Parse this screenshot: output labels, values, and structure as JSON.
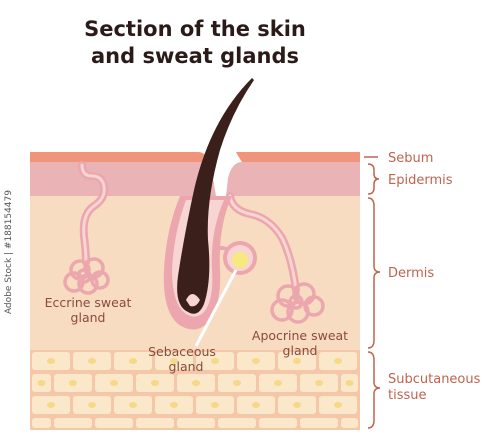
{
  "title": {
    "line1": "Section of the skin",
    "line2": "and sweat glands"
  },
  "layers": {
    "sebum": "Sebum",
    "epidermis": "Epidermis",
    "dermis": "Dermis",
    "subcutaneous_line1": "Subcutaneous",
    "subcutaneous_line2": "tissue"
  },
  "glands": {
    "eccrine_line1": "Eccrine sweat",
    "eccrine_line2": "gland",
    "sebaceous_line1": "Sebaceous",
    "sebaceous_line2": "gland",
    "apocrine_line1": "Apocrine sweat",
    "apocrine_line2": "gland"
  },
  "watermark": "Adobe Stock | #188154479",
  "colors": {
    "sebum": "#f0957c",
    "epidermis": "#eab3b6",
    "dermis": "#f8dcc2",
    "subcutaneous": "#f4c7a8",
    "fat_cell": "#fbe7c9",
    "fat_nucleus": "#f6d889",
    "hair": "#3a1f1b",
    "gland_outline": "#eba7ad",
    "gland_fill": "#f8d5d2",
    "sebaceous": "#f6ea7f",
    "bracket": "#c0634f"
  }
}
